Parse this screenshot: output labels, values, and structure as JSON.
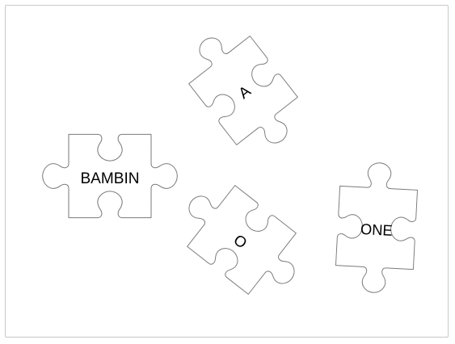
{
  "puzzle": {
    "pieces": [
      {
        "id": "bambin",
        "label": "BAMBIN"
      },
      {
        "id": "a",
        "label": "A"
      },
      {
        "id": "o",
        "label": "O"
      },
      {
        "id": "one",
        "label": "ONE"
      }
    ]
  }
}
